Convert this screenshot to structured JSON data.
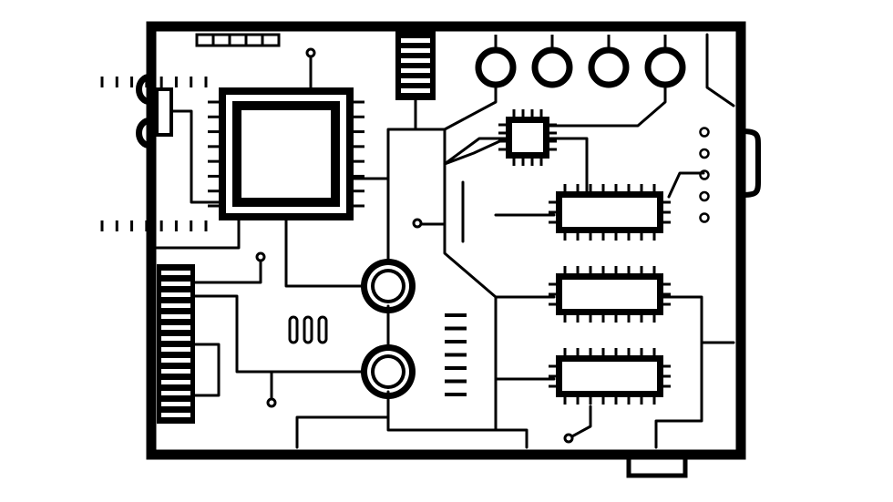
{
  "figure": {
    "kind": "circuit-board-line-art",
    "colors": {
      "ink": "#000000",
      "background": "#ffffff"
    }
  },
  "board": {
    "components": {
      "cpu": {
        "pins_per_side": 8
      },
      "small_chip": {
        "pins_per_side": 4
      },
      "dip_chips": {
        "count": 3,
        "pins_per_side": 8
      },
      "top_connectors": {
        "count": 4
      },
      "coaxial_jacks": {
        "count": 2
      },
      "indicator_dots": {
        "count": 5
      },
      "bottom_slots": {
        "count": 3
      },
      "top_left_pads": {
        "count": 5
      },
      "left_header_pins": {
        "count": 14
      },
      "right_pad_lines": {
        "count": 7
      },
      "top_connector_ribs": {
        "count": 6
      }
    }
  }
}
